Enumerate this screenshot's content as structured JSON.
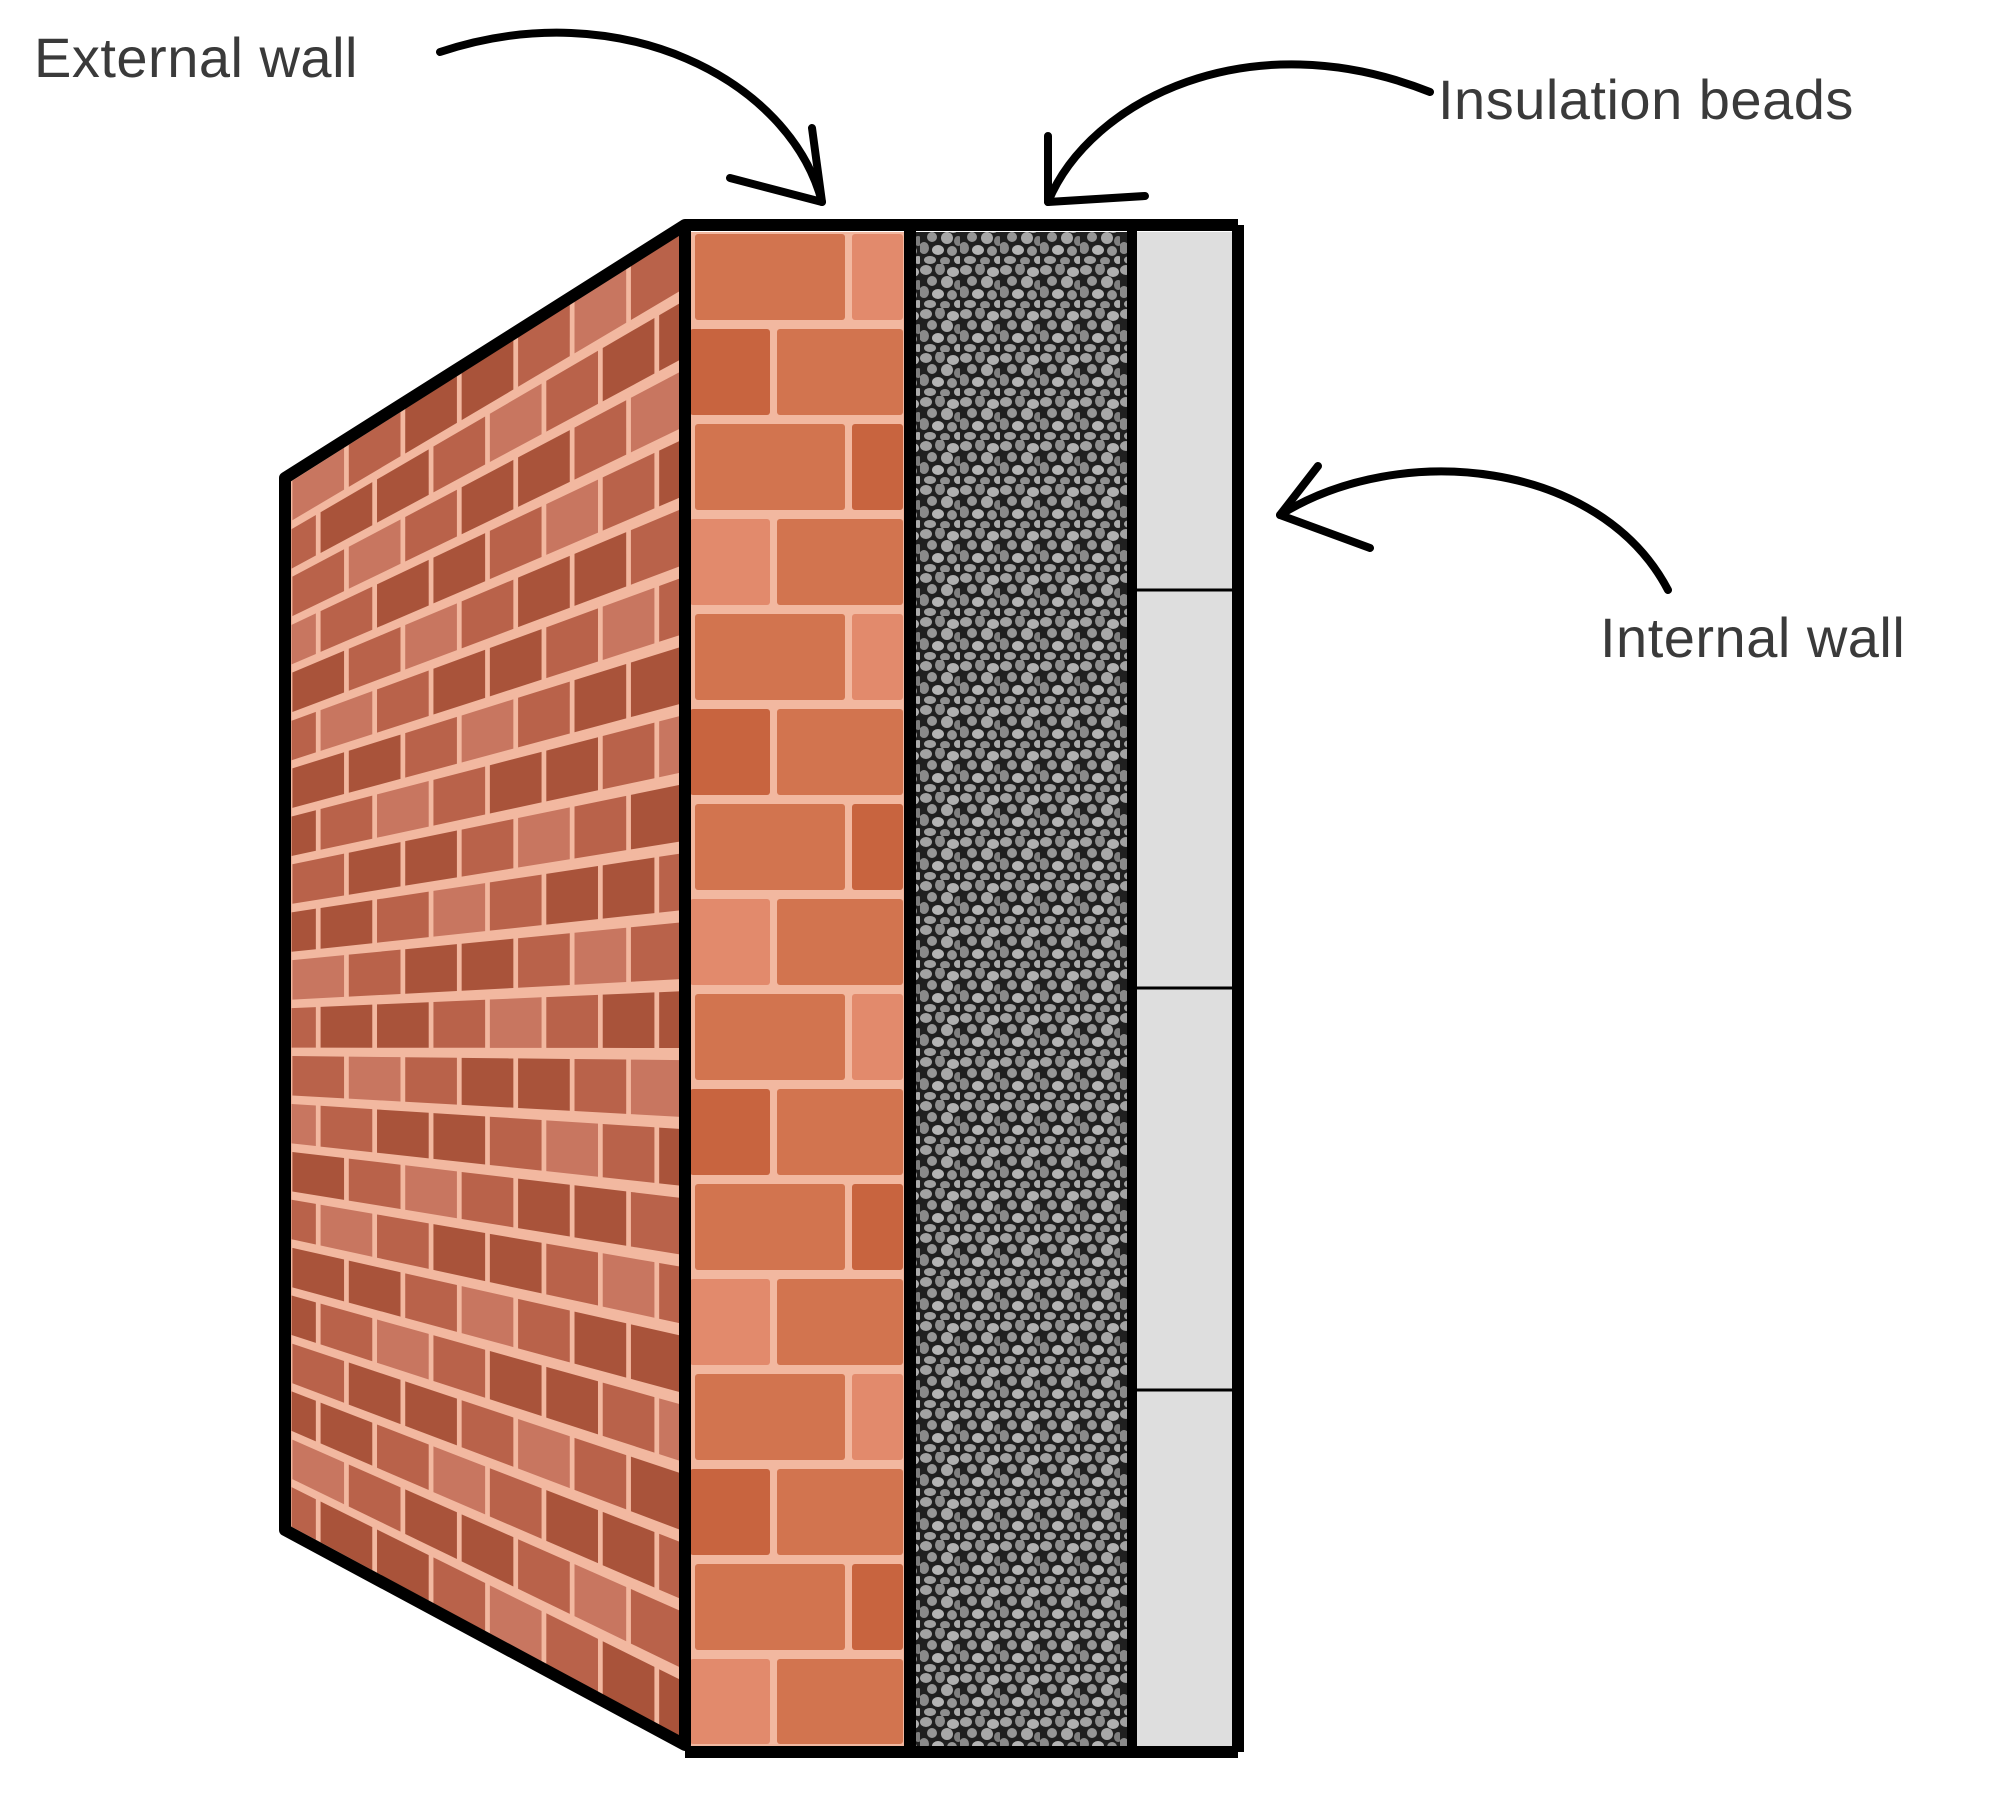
{
  "labels": {
    "external_wall": "External wall",
    "insulation_beads": "Insulation beads",
    "internal_wall": "Internal wall"
  },
  "colors": {
    "outline": "#000000",
    "brick_front_dark": "#c8643f",
    "brick_front_mid": "#d2744f",
    "brick_front_light": "#e28a6c",
    "mortar": "#f2b8a0",
    "brick_side_dark": "#a9533a",
    "brick_side_mid": "#b9624a",
    "brick_side_light": "#c87660",
    "insulation_bg": "#1e1e1e",
    "insulation_beads": "#9a9a9a",
    "internal_wall": "#dedede",
    "label_text": "#3a3a3a",
    "arrow": "#000000"
  }
}
